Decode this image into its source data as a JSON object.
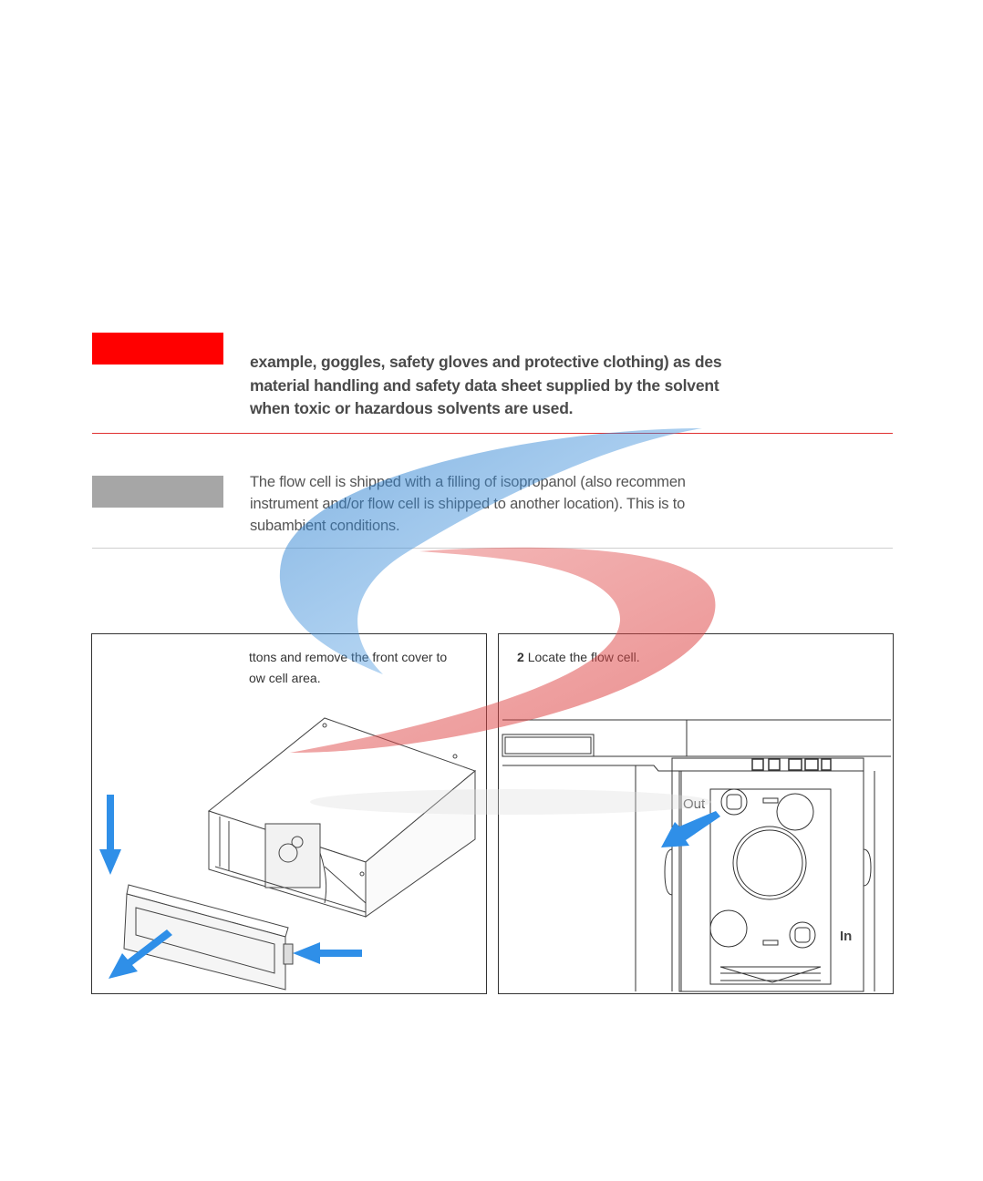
{
  "warning": {
    "lines": [
      "example, goggles, safety gloves and protective clothing) as des",
      "material handling and safety data sheet supplied by the solvent",
      "when toxic or hazardous solvents are used."
    ]
  },
  "note": {
    "lines": [
      "The flow cell is shipped with a filling of isopropanol (also recommen",
      "instrument and/or flow cell is shipped to another location). This is to",
      "subambient conditions."
    ]
  },
  "steps": [
    {
      "lines": [
        "ttons and remove the front cover to",
        "ow cell area."
      ]
    },
    {
      "number": "2",
      "text": "Locate the flow cell."
    }
  ],
  "figure_labels": {
    "out": "Out",
    "in": "In"
  },
  "colors": {
    "warning": "#ff0000",
    "note": "#a6a6a6",
    "arrow": "#2f8fe8"
  }
}
